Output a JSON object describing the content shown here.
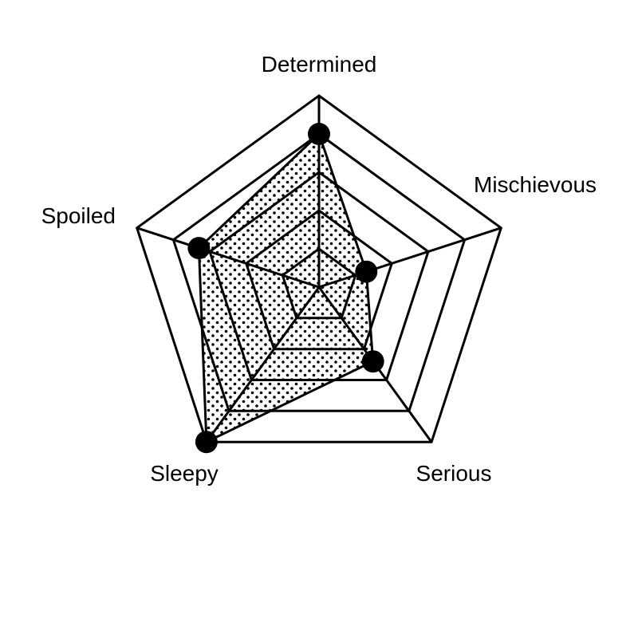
{
  "chart_data": {
    "type": "radar",
    "categories": [
      "Determined",
      "Mischievous",
      "Serious",
      "Sleepy",
      "Spoiled"
    ],
    "series": [
      {
        "values": [
          4,
          1.3,
          2.4,
          5,
          3.3
        ]
      }
    ],
    "rlim": [
      0,
      5
    ],
    "rings": [
      1,
      2,
      3,
      4,
      5
    ],
    "grid": true,
    "legend": "none",
    "colors": {
      "stroke": "#000000",
      "marker": "#000000",
      "fill_dots": "#000000",
      "background": "#ffffff"
    }
  }
}
